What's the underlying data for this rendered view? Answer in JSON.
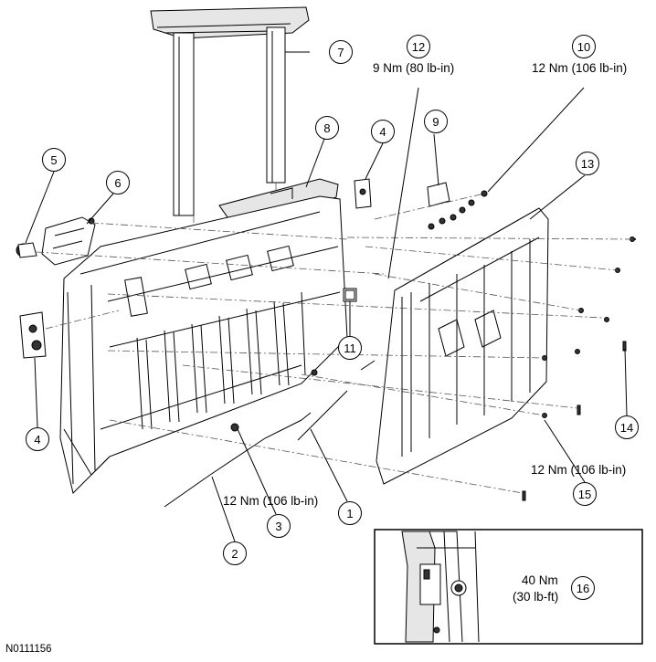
{
  "figure_id": "N0111156",
  "callouts": [
    {
      "id": "c1",
      "label": "1"
    },
    {
      "id": "c2",
      "label": "2"
    },
    {
      "id": "c3",
      "label": "3"
    },
    {
      "id": "c4a",
      "label": "4"
    },
    {
      "id": "c4b",
      "label": "4"
    },
    {
      "id": "c5",
      "label": "5"
    },
    {
      "id": "c6",
      "label": "6"
    },
    {
      "id": "c7",
      "label": "7"
    },
    {
      "id": "c8",
      "label": "8"
    },
    {
      "id": "c9",
      "label": "9"
    },
    {
      "id": "c10",
      "label": "10"
    },
    {
      "id": "c11",
      "label": "11"
    },
    {
      "id": "c12",
      "label": "12"
    },
    {
      "id": "c13",
      "label": "13"
    },
    {
      "id": "c14",
      "label": "14"
    },
    {
      "id": "c15",
      "label": "15"
    },
    {
      "id": "c16",
      "label": "16"
    }
  ],
  "torque_specs": {
    "item12": "9 Nm (80 lb-in)",
    "item10": "12 Nm (106 lb-in)",
    "item15": "12 Nm (106 lb-in)",
    "item3": "12 Nm (106 lb-in)",
    "item16_line1": "40 Nm",
    "item16_line2": "(30 lb-ft)"
  }
}
